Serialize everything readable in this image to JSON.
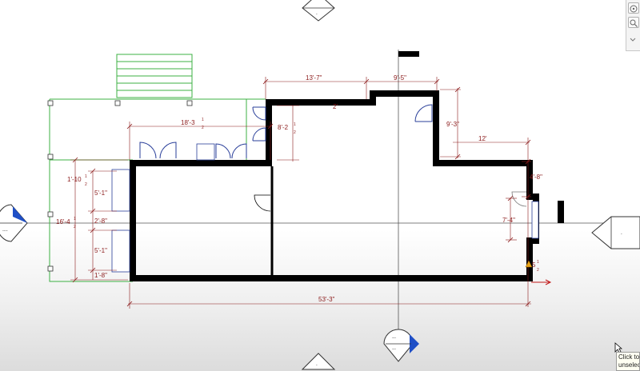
{
  "dimensions": {
    "d_13_7": "13'-7\"",
    "d_9_5": "9'-5\"",
    "d_9_3": "9'-3\"",
    "d_12": "12'",
    "d_4_8": "4'-8\"",
    "d_7_4": "7'-4\"",
    "d_5_half_a": "5",
    "d_5_half_b": "1",
    "d_5_half_c": "2",
    "d_53_3": "53'-3\"",
    "d_18_3_a": "18'-3",
    "d_18_3_b": "1",
    "d_18_3_c": "2",
    "d_8_2_a": "8'-2",
    "d_8_2_b": "1",
    "d_8_2_c": "2",
    "d_2": "2'",
    "d_1_10_a": "1'-10",
    "d_1_10_b": "1",
    "d_1_10_c": "2",
    "d_5_1_top": "5'-1\"",
    "d_16_4_a": "16'-4",
    "d_16_4_b": "1",
    "d_16_4_c": "2",
    "d_2_8": "2'-8\"",
    "d_5_1_bottom": "5'-1\"",
    "d_1_8": "1'-8\""
  },
  "tooltip": {
    "line1": "Click to",
    "line2": "unselect"
  },
  "colors": {
    "wall": "#000000",
    "dimension": "#8b1a1a",
    "deck": "#3cb043",
    "door": "#2a3f9a",
    "elevation_marker": "#1f4fc6",
    "grid_line": "#555555"
  },
  "icons": {
    "elevation_marker": "triangle-marker-icon",
    "nav_wheel": "steering-wheel-icon",
    "zoom": "zoom-icon",
    "cursor": "mouse-cursor-icon"
  }
}
